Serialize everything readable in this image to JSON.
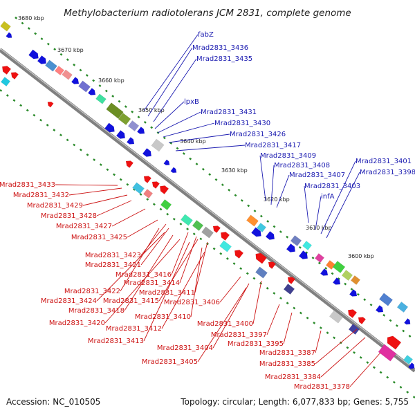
{
  "title": "Methylobacterium radiotolerans JCM 2831, complete genome",
  "footer": {
    "accession": "Accession: NC_010505",
    "summary": "Topology: circular; Length: 6,077,833 bp; Genes: 5,755"
  },
  "colors": {
    "backbone": "#808080",
    "forward_strand": "#1111dd",
    "reverse_strand": "#ee1111",
    "forward_label": "#1a1ab0",
    "reverse_label": "#cc1111",
    "tick": "#2a8a2a"
  },
  "kbp_ticks": [
    "3680 kbp",
    "3670 kbp",
    "3660 kbp",
    "3650 kbp",
    "3640 kbp",
    "3630 kbp",
    "3620 kbp",
    "3610 kbp",
    "3600 kbp"
  ],
  "forward_labels": [
    "fabZ",
    "Mrad2831_3436",
    "Mrad2831_3435",
    "lpxB",
    "Mrad2831_3431",
    "Mrad2831_3430",
    "Mrad2831_3426",
    "Mrad2831_3417",
    "Mrad2831_3409",
    "Mrad2831_3408",
    "Mrad2831_3407",
    "Mrad2831_3403",
    "infA",
    "Mrad2831_3401",
    "Mrad2831_3398"
  ],
  "reverse_labels": [
    "Mrad2831_3433",
    "Mrad2831_3432",
    "Mrad2831_3429",
    "Mrad2831_3428",
    "Mrad2831_3427",
    "Mrad2831_3425",
    "Mrad2831_3423",
    "Mrad2831_3421",
    "Mrad2831_3416",
    "Mrad2831_3414",
    "Mrad2831_3422",
    "Mrad2831_3415",
    "Mrad2831_3424",
    "Mrad2831_3411",
    "Mrad2831_3418",
    "Mrad2831_3406",
    "Mrad2831_3410",
    "Mrad2831_3420",
    "Mrad2831_3412",
    "Mrad2831_3400",
    "Mrad2831_3397",
    "Mrad2831_3413",
    "Mrad2831_3395",
    "Mrad2831_3404",
    "Mrad2831_3387",
    "Mrad2831_3405",
    "Mrad2831_3385",
    "Mrad2831_3384",
    "Mrad2831_3378"
  ]
}
